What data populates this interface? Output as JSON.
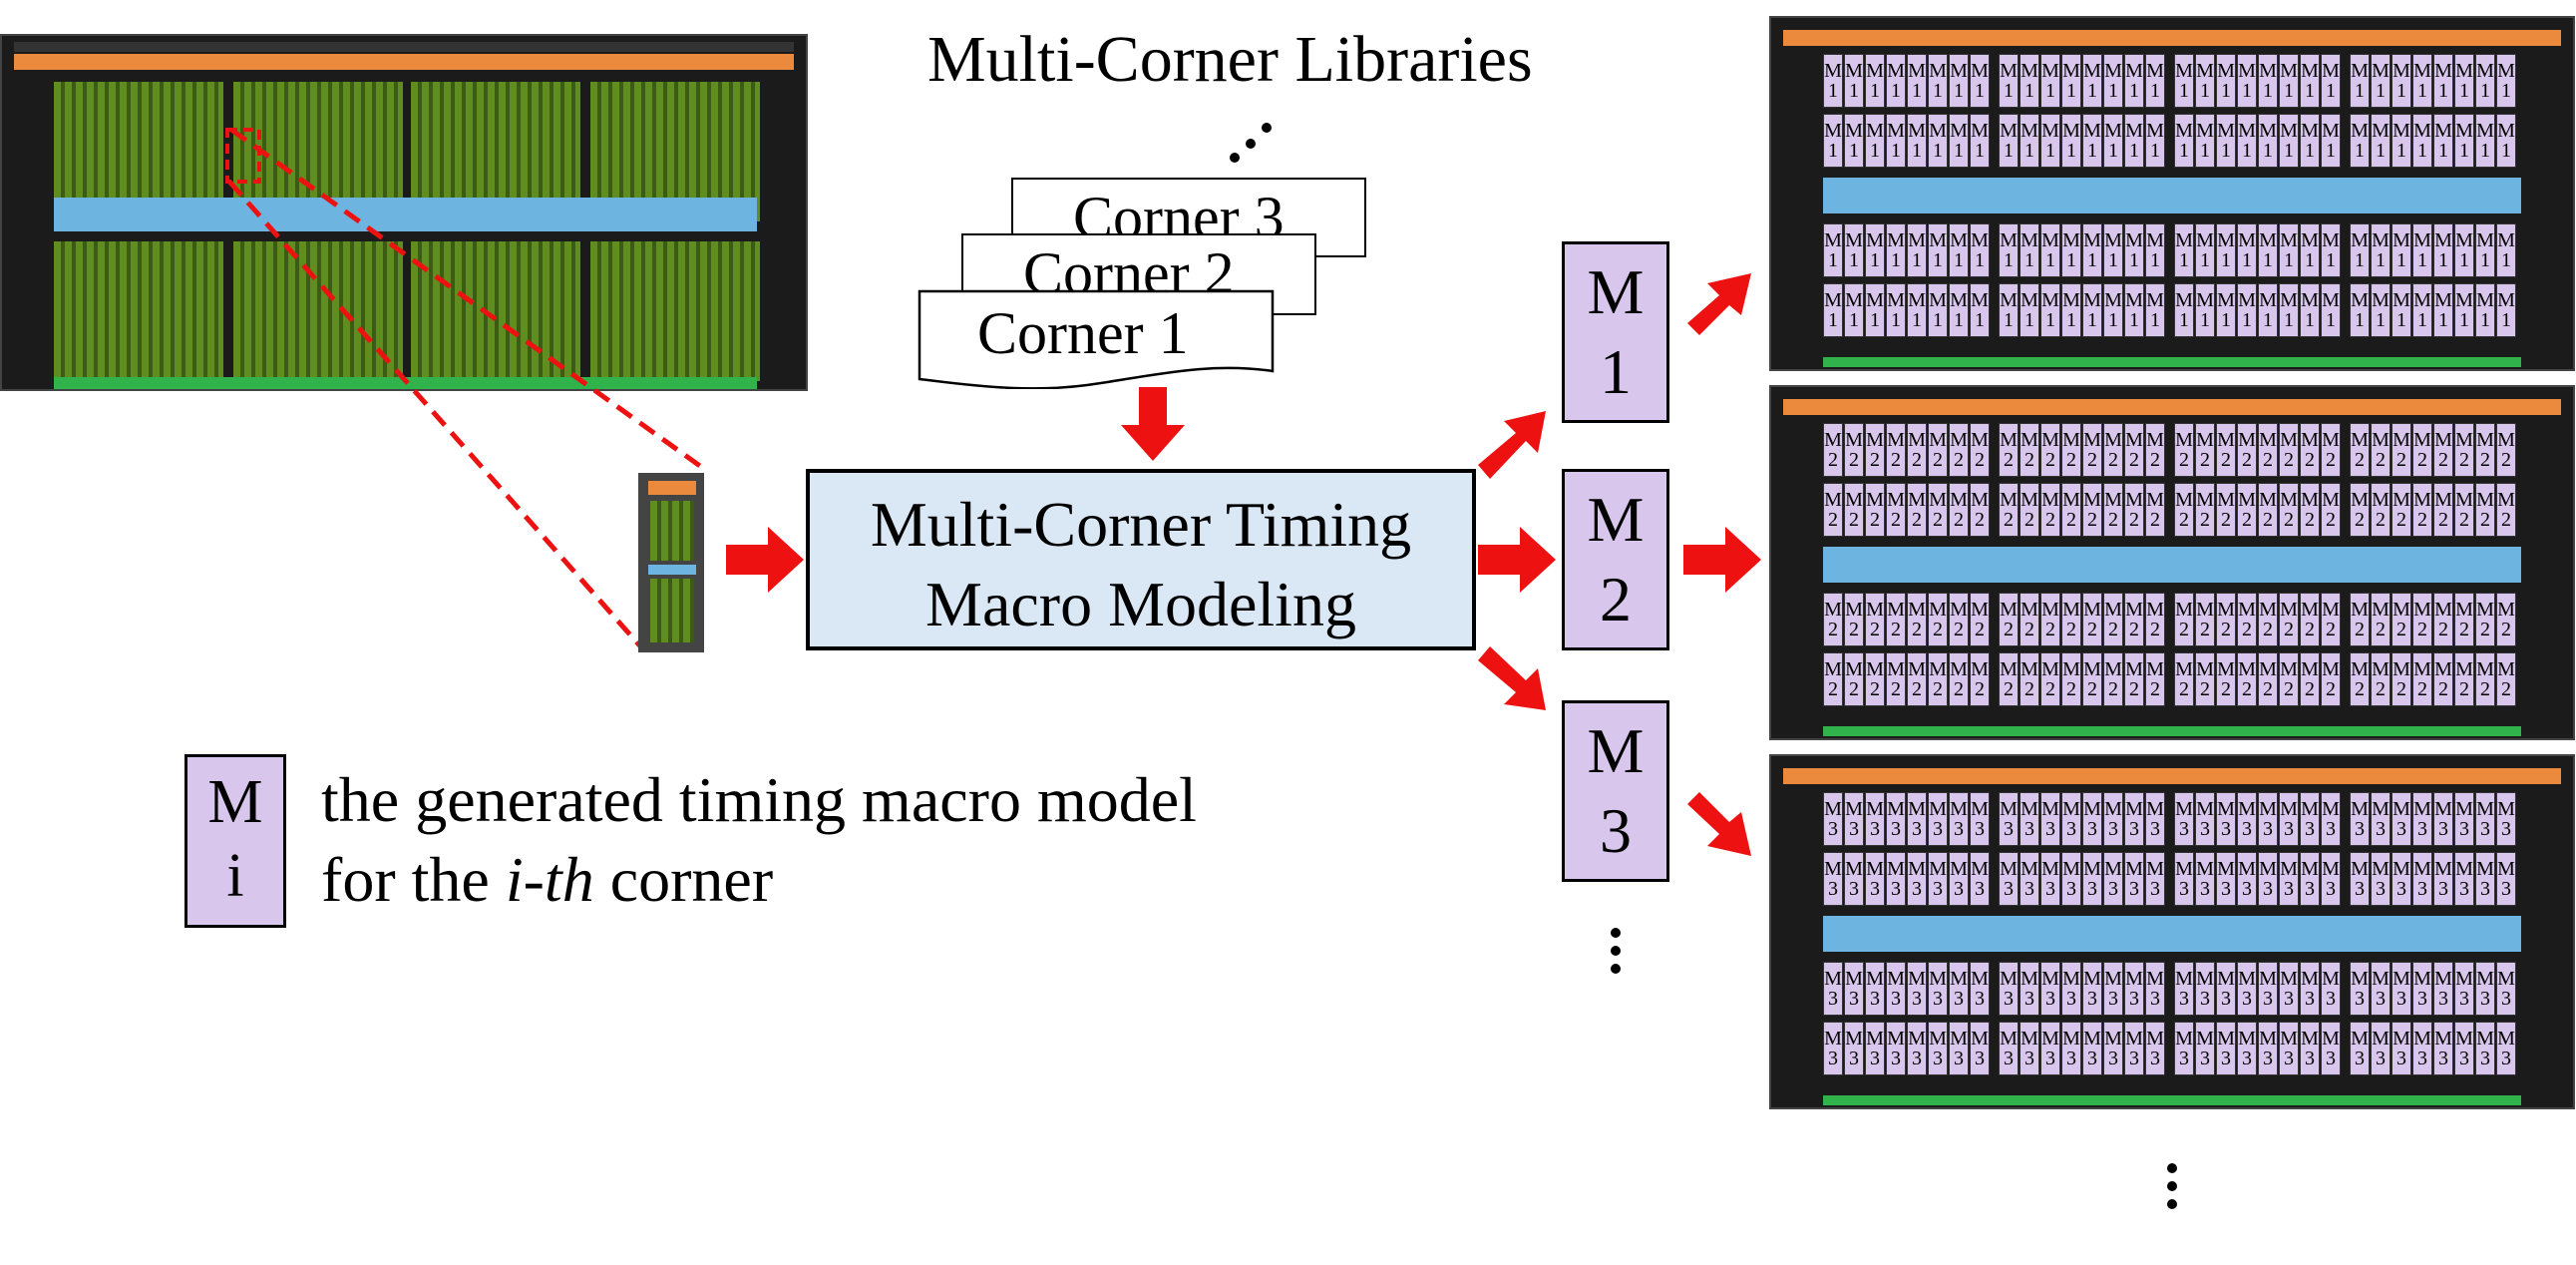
{
  "title": "Multi-Corner Libraries",
  "corners": [
    "Corner 3",
    "Corner 2",
    "Corner 1"
  ],
  "main_box": {
    "line1": "Multi-Corner Timing",
    "line2": "Macro Modeling"
  },
  "models": [
    {
      "line1": "M",
      "line2": "1"
    },
    {
      "line1": "M",
      "line2": "2"
    },
    {
      "line1": "M",
      "line2": "3"
    }
  ],
  "legend": {
    "box_line1": "M",
    "box_line2": "i",
    "text_line1": "the generated timing macro model",
    "text_line2_prefix": "for the ",
    "text_line2_italic": "i-th",
    "text_line2_suffix": " corner"
  },
  "colors": {
    "arrow": "#ee1111",
    "main_box_fill": "#dae8f6",
    "model_fill": "#d9c6ec",
    "chip_bar": "#eb8a3c",
    "chip_cache": "#6eb4e0",
    "chip_mem": "#2fb34a"
  },
  "icons": [
    "gpu-die-icon",
    "sm-block-icon",
    "down-arrow-icon",
    "right-arrow-icon",
    "vertical-ellipsis-icon"
  ]
}
